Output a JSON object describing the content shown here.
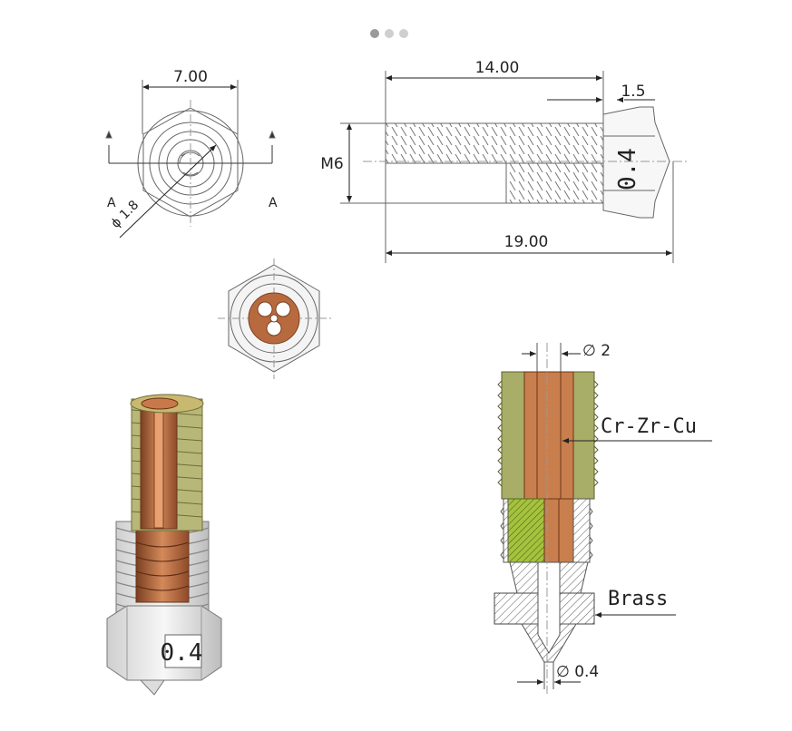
{
  "carousel": {
    "dots": 3,
    "active_index": 0,
    "active_color": "#9a9a9a",
    "inactive_color": "#cfcfcf"
  },
  "dimensions": {
    "top_width": "7.00",
    "hole_dia": "ϕ 1.8",
    "section_left": "A",
    "section_right": "A",
    "thread_len": "14.00",
    "hex_len": "1.5",
    "thread": "M6",
    "total_len": "19.00",
    "nozzle_marking": "0.4",
    "inner_dia": "∅ 2",
    "outlet_dia": "∅ 0.4"
  },
  "labels": {
    "insert_material": "Cr-Zr-Cu",
    "body_material": "Brass",
    "iso_marking": "0.4"
  },
  "colors": {
    "line": "#555555",
    "copper": "#c8784a",
    "copper_dark": "#8e4a2a",
    "brass_green": "#a8b06a",
    "hatch_green": "#9cc640"
  }
}
